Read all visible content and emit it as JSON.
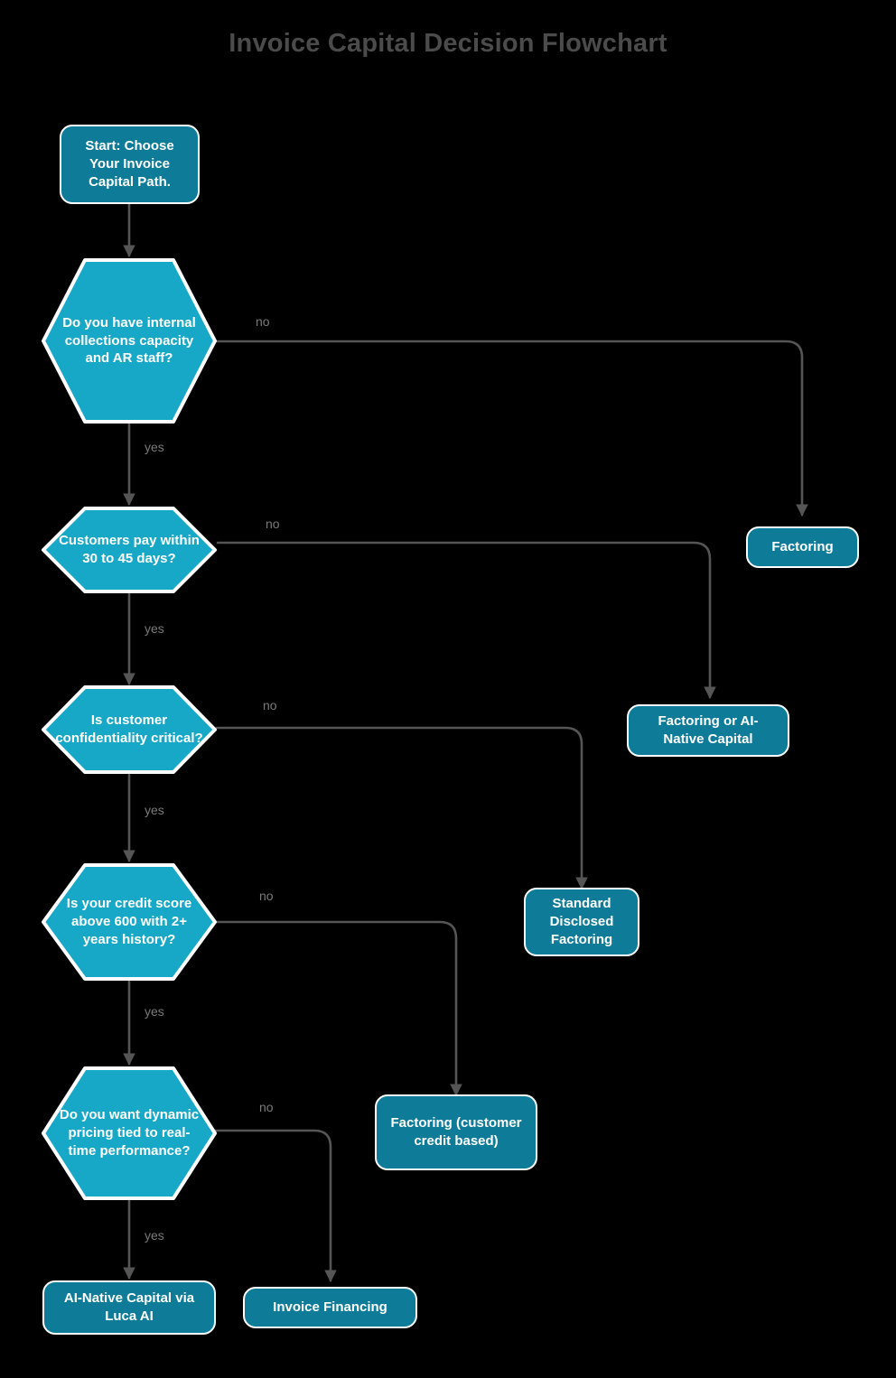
{
  "title": "Invoice Capital Decision Flowchart",
  "colors": {
    "background": "#000000",
    "title_text": "#4b4b4b",
    "decision_fill": "#17a8c8",
    "terminal_fill": "#0e7c99",
    "node_stroke": "#ffffff",
    "edge_stroke": "#555555",
    "edge_label_text": "#7a7a7a",
    "node_text": "#ffffff"
  },
  "chart_data": {
    "type": "diagram",
    "diagram_type": "flowchart",
    "direction": "top-down",
    "title": "Invoice Capital Decision Flowchart",
    "nodes": [
      {
        "id": "start",
        "shape": "rounded-rect",
        "label": "Start: Choose Your Invoice Capital Path."
      },
      {
        "id": "d1",
        "shape": "hexagon",
        "label": "Do you have internal collections capacity and AR staff?"
      },
      {
        "id": "d2",
        "shape": "hexagon",
        "label": "Customers pay within 30 to 45 days?"
      },
      {
        "id": "d3",
        "shape": "hexagon",
        "label": "Is customer confidentiality critical?"
      },
      {
        "id": "d4",
        "shape": "hexagon",
        "label": "Is your credit score above 600 with 2+ years history?"
      },
      {
        "id": "d5",
        "shape": "hexagon",
        "label": "Do you want dynamic pricing tied to real-time performance?"
      },
      {
        "id": "factoring",
        "shape": "rounded-rect",
        "label": "Factoring"
      },
      {
        "id": "factai",
        "shape": "rounded-rect",
        "label": "Factoring or AI-Native Capital"
      },
      {
        "id": "stddisc",
        "shape": "rounded-rect",
        "label": "Standard Disclosed Factoring"
      },
      {
        "id": "factcust",
        "shape": "rounded-rect",
        "label": "Factoring (customer credit based)"
      },
      {
        "id": "ainative",
        "shape": "rounded-rect",
        "label": "AI-Native Capital via Luca AI"
      },
      {
        "id": "invfin",
        "shape": "rounded-rect",
        "label": "Invoice Financing"
      }
    ],
    "edges": [
      {
        "from": "start",
        "to": "d1",
        "label": ""
      },
      {
        "from": "d1",
        "to": "factoring",
        "label": "no"
      },
      {
        "from": "d1",
        "to": "d2",
        "label": "yes"
      },
      {
        "from": "d2",
        "to": "factai",
        "label": "no"
      },
      {
        "from": "d2",
        "to": "d3",
        "label": "yes"
      },
      {
        "from": "d3",
        "to": "stddisc",
        "label": "no"
      },
      {
        "from": "d3",
        "to": "d4",
        "label": "yes"
      },
      {
        "from": "d4",
        "to": "factcust",
        "label": "no"
      },
      {
        "from": "d4",
        "to": "d5",
        "label": "yes"
      },
      {
        "from": "d5",
        "to": "invfin",
        "label": "no"
      },
      {
        "from": "d5",
        "to": "ainative",
        "label": "yes"
      }
    ]
  },
  "nodes": {
    "start": {
      "label": "Start: Choose Your Invoice Capital Path."
    },
    "d1": {
      "label": "Do you have internal collections capacity and AR staff?"
    },
    "d2": {
      "label": "Customers pay within 30 to 45 days?"
    },
    "d3": {
      "label": "Is customer confidentiality critical?"
    },
    "d4": {
      "label": "Is your credit score above 600 with 2+ years history?"
    },
    "d5": {
      "label": "Do you want dynamic pricing tied to real-time performance?"
    },
    "factoring": {
      "label": "Factoring"
    },
    "factai": {
      "label": "Factoring or AI-Native Capital"
    },
    "stddisc": {
      "label": "Standard Disclosed Factoring"
    },
    "factcust": {
      "label": "Factoring (customer credit based)"
    },
    "ainative": {
      "label": "AI-Native Capital via Luca AI"
    },
    "invfin": {
      "label": "Invoice Financing"
    }
  },
  "edge_labels": {
    "d1_no": "no",
    "d1_yes": "yes",
    "d2_no": "no",
    "d2_yes": "yes",
    "d3_no": "no",
    "d3_yes": "yes",
    "d4_no": "no",
    "d4_yes": "yes",
    "d5_no": "no",
    "d5_yes": "yes"
  }
}
